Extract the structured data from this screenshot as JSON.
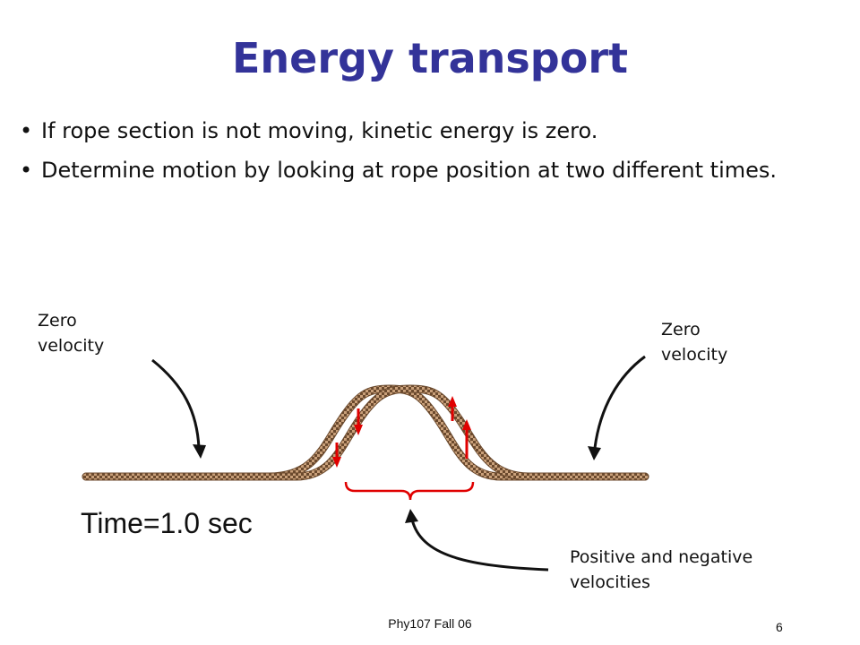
{
  "slide": {
    "title": "Energy transport",
    "bullets": [
      "If rope section is not moving, kinetic energy is zero.",
      "Determine motion by looking at rope position at two different times."
    ],
    "labels": {
      "left_zero": "Zero velocity",
      "right_zero": "Zero velocity",
      "pos_neg": "Positive and negative velocities"
    },
    "time_label": "Time=1.0 sec",
    "footer": "Phy107 Fall 06",
    "page_number": "6"
  },
  "colors": {
    "title": "#333399",
    "rope_light": "#c9a07a",
    "rope_dark": "#6b4a2e",
    "velocity_arrow": "#e00000",
    "brace": "#e00000",
    "pointer": "#111111"
  },
  "icons": [
    "arrow-icon",
    "brace-icon"
  ]
}
